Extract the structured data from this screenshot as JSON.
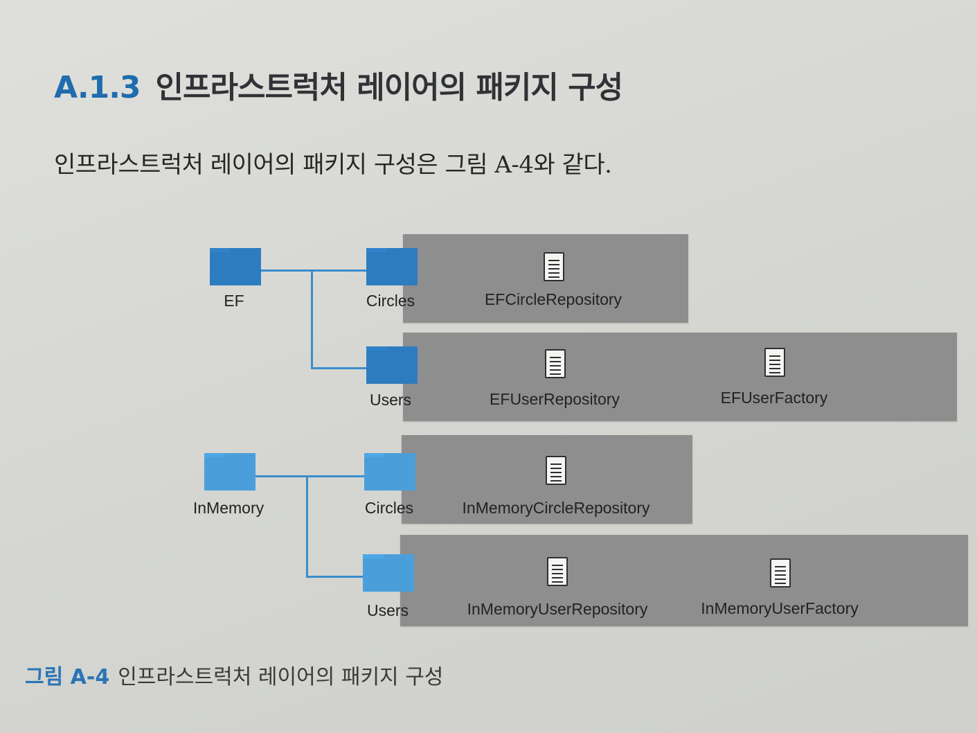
{
  "section": {
    "number": "A.1.3",
    "title": "인프라스트럭처 레이어의 패키지 구성"
  },
  "intro": "인프라스트럭처 레이어의 패키지 구성은 그림 A-4와 같다.",
  "figure": {
    "caption_number": "그림 A-4",
    "caption_text": "인프라스트럭처 레이어의 패키지 구성",
    "root_folders": [
      "EF",
      "InMemory"
    ],
    "ef": {
      "name": "EF",
      "circles_folder": "Circles",
      "users_folder": "Users",
      "circles_files": [
        "EFCircleRepository"
      ],
      "users_files": [
        "EFUserRepository",
        "EFUserFactory"
      ]
    },
    "inmemory": {
      "name": "InMemory",
      "circles_folder": "Circles",
      "users_folder": "Users",
      "circles_files": [
        "InMemoryCircleRepository"
      ],
      "users_files": [
        "InMemoryUserRepository",
        "InMemoryUserFactory"
      ]
    },
    "colors": {
      "folder_dark": "#2e7cc0",
      "folder_light": "#4a9fdb",
      "panel": "#8e8e8e",
      "connector": "#3a8dcc"
    },
    "icons": {
      "folder": "folder-icon",
      "file": "file-icon"
    }
  }
}
